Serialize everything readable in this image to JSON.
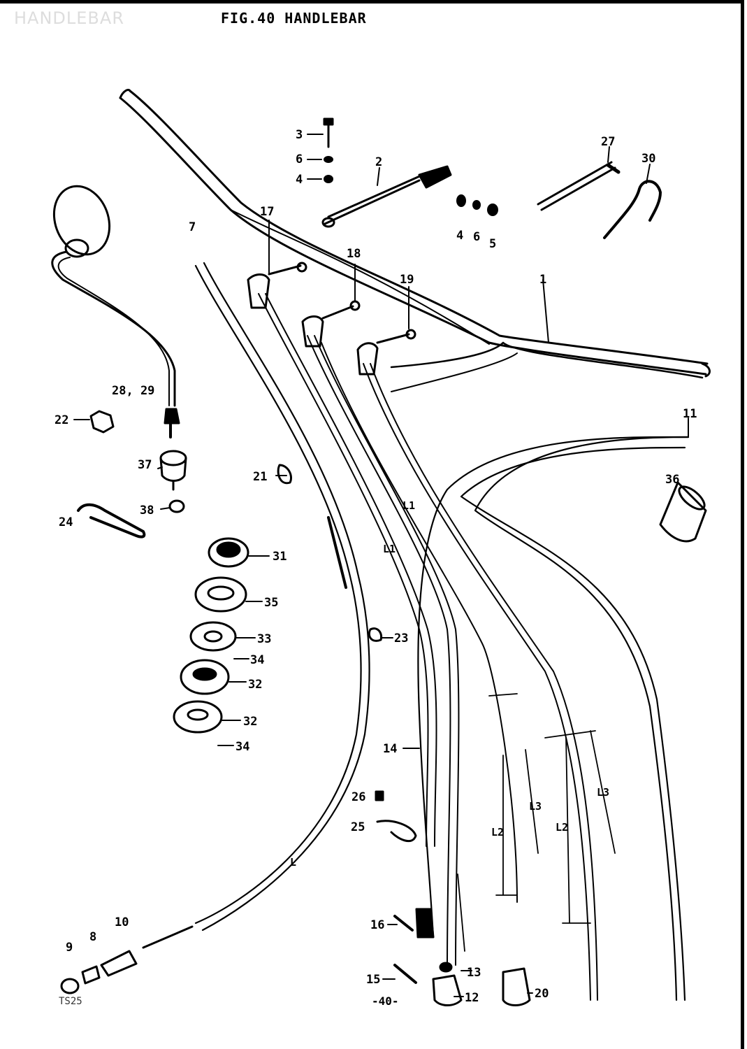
{
  "header": {
    "ghost_title": "HANDLEBAR",
    "figure_title": "FIG.40  HANDLEBAR"
  },
  "footer": {
    "page_number": "-40-",
    "model_code": "TS25"
  },
  "part_labels": [
    {
      "id": "p1",
      "text": "1"
    },
    {
      "id": "p2",
      "text": "2"
    },
    {
      "id": "p3",
      "text": "3"
    },
    {
      "id": "p4a",
      "text": "4"
    },
    {
      "id": "p4b",
      "text": "4"
    },
    {
      "id": "p5",
      "text": "5"
    },
    {
      "id": "p6a",
      "text": "6"
    },
    {
      "id": "p6b",
      "text": "6"
    },
    {
      "id": "p7",
      "text": "7"
    },
    {
      "id": "p8",
      "text": "8"
    },
    {
      "id": "p9",
      "text": "9"
    },
    {
      "id": "p10",
      "text": "10"
    },
    {
      "id": "p11",
      "text": "11"
    },
    {
      "id": "p12",
      "text": "12"
    },
    {
      "id": "p13",
      "text": "13"
    },
    {
      "id": "p14",
      "text": "14"
    },
    {
      "id": "p15",
      "text": "15"
    },
    {
      "id": "p16",
      "text": "16"
    },
    {
      "id": "p17",
      "text": "17"
    },
    {
      "id": "p18",
      "text": "18"
    },
    {
      "id": "p19",
      "text": "19"
    },
    {
      "id": "p20",
      "text": "20"
    },
    {
      "id": "p21",
      "text": "21"
    },
    {
      "id": "p22",
      "text": "22"
    },
    {
      "id": "p23",
      "text": "23"
    },
    {
      "id": "p24",
      "text": "24"
    },
    {
      "id": "p25",
      "text": "25"
    },
    {
      "id": "p26",
      "text": "26"
    },
    {
      "id": "p27",
      "text": "27"
    },
    {
      "id": "p2829",
      "text": "28, 29"
    },
    {
      "id": "p30",
      "text": "30"
    },
    {
      "id": "p31",
      "text": "31"
    },
    {
      "id": "p32a",
      "text": "32"
    },
    {
      "id": "p32b",
      "text": "32"
    },
    {
      "id": "p33",
      "text": "33"
    },
    {
      "id": "p34a",
      "text": "34"
    },
    {
      "id": "p34b",
      "text": "34"
    },
    {
      "id": "p35",
      "text": "35"
    },
    {
      "id": "p36",
      "text": "36"
    },
    {
      "id": "p37",
      "text": "37"
    },
    {
      "id": "p38",
      "text": "38"
    }
  ],
  "dimension_labels": [
    {
      "id": "d_L_main",
      "text": "L"
    },
    {
      "id": "d_L1a",
      "text": "L1"
    },
    {
      "id": "d_L1b",
      "text": "L1"
    },
    {
      "id": "d_L2a",
      "text": "L2"
    },
    {
      "id": "d_L2b",
      "text": "L2"
    },
    {
      "id": "d_L3a",
      "text": "L3"
    },
    {
      "id": "d_L3b",
      "text": "L3"
    }
  ],
  "colors": {
    "ink": "#000000",
    "paper": "#ffffff"
  }
}
